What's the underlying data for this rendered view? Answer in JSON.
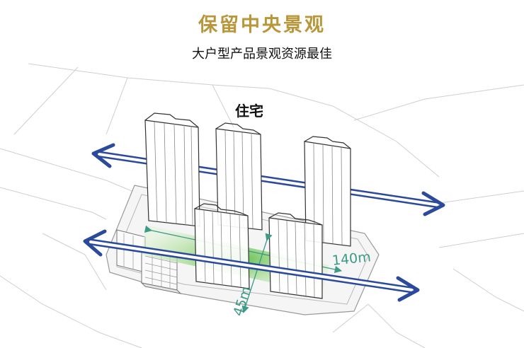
{
  "title": "保留中央景观",
  "subtitle": "大户型产品景观资源最佳",
  "labels": {
    "residential": "住宅",
    "length": "140m",
    "width": "45m"
  },
  "colors": {
    "title": "#b8963a",
    "arrow": "#2b4a9c",
    "dimension": "#3d9a86",
    "green_space": "#6fc45a"
  }
}
